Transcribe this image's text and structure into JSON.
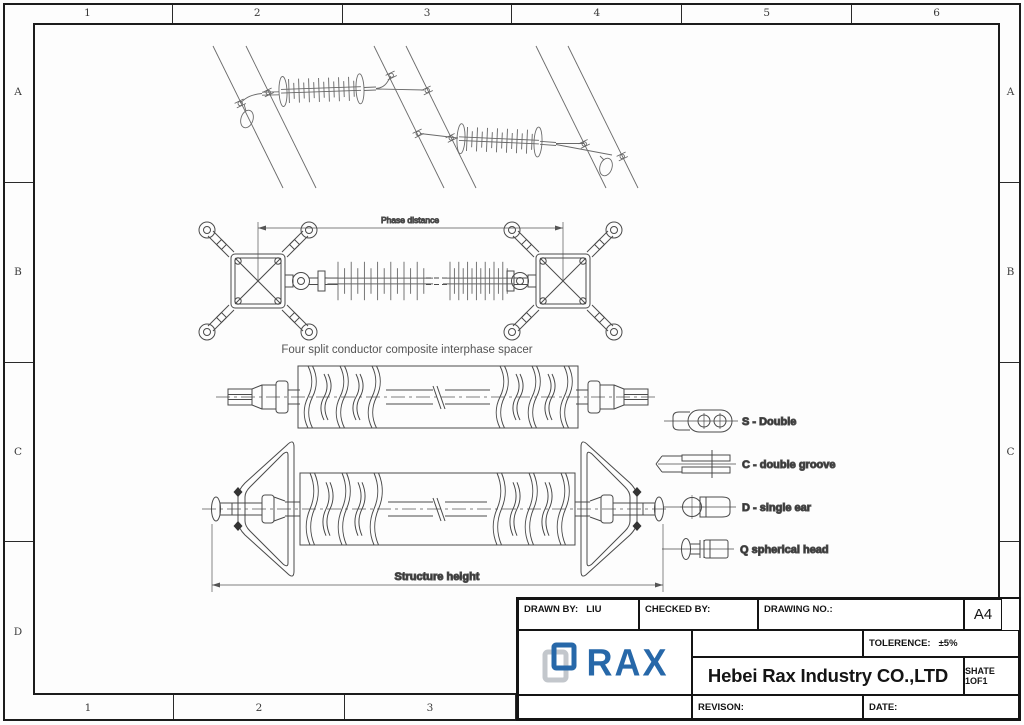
{
  "sheet": {
    "grid": {
      "top": [
        "1",
        "2",
        "3",
        "4",
        "5",
        "6"
      ],
      "bottom": [
        "1",
        "2",
        "3"
      ],
      "left": [
        "A",
        "B",
        "C",
        "D"
      ],
      "right": [
        "A",
        "B",
        "C"
      ]
    },
    "drawing": {
      "phase_distance": "Phase distance",
      "caption": "Four split conductor composite interphase spacer",
      "structure_height": "Structure height"
    },
    "legend": {
      "s": "S - Double",
      "c": "C - double groove",
      "d": "D - single ear",
      "q": "Q spherical head"
    },
    "title_block": {
      "drawn_by_label": "DRAWN BY:",
      "drawn_by_value": "LIU",
      "checked_by_label": "CHECKED BY:",
      "drawing_no_label": "DRAWING NO.:",
      "paper_size": "A4",
      "tolerance_label": "TOLERENCE:",
      "tolerance_value": "±5%",
      "company_name": "Hebei Rax Industry CO.,LTD",
      "sheet_no": "SHATE 1OF1",
      "revision_label": "REVISON:",
      "date_label": "DATE:",
      "logo_text": "RAX"
    },
    "colors": {
      "logo_blue": "#2768a9",
      "line": "#4a4a4a"
    }
  }
}
